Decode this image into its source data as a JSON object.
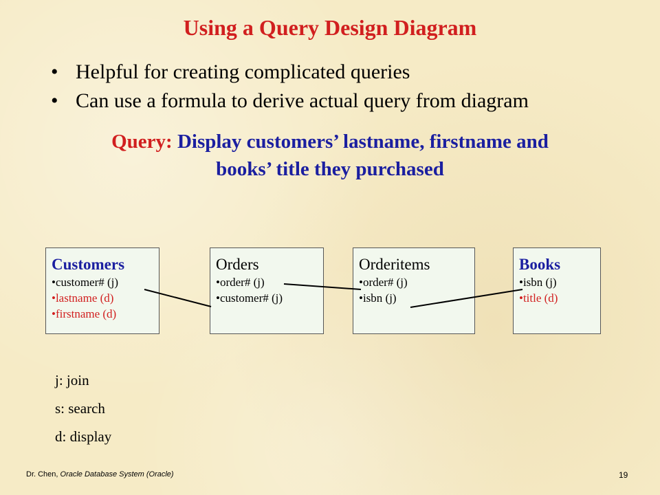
{
  "title": "Using a Query Design Diagram",
  "bullets": [
    "Helpful for creating complicated queries",
    "Can use a formula to derive actual query from diagram"
  ],
  "query": {
    "label": "Query:",
    "line1": "Display customers’ lastname, firstname and",
    "line2": "books’ title they purchased"
  },
  "tables": [
    {
      "name": "Customers",
      "attributes": [
        {
          "text": "•customer# (j)",
          "type": "j"
        },
        {
          "text": "•lastname (d)",
          "type": "d"
        },
        {
          "text": "•firstname (d)",
          "type": "d"
        }
      ]
    },
    {
      "name": "Orders",
      "attributes": [
        {
          "text": "•order# (j)",
          "type": "j"
        },
        {
          "text": "•customer# (j)",
          "type": "j"
        }
      ]
    },
    {
      "name": "Orderitems",
      "attributes": [
        {
          "text": "•order# (j)",
          "type": "j"
        },
        {
          "text": "•isbn (j)",
          "type": "j"
        }
      ]
    },
    {
      "name": "Books",
      "attributes": [
        {
          "text": "•isbn (j)",
          "type": "j"
        },
        {
          "text": "•title (d)",
          "type": "d"
        }
      ]
    }
  ],
  "joins": [
    {
      "from": "Customers.customer#",
      "to": "Orders.customer#"
    },
    {
      "from": "Orders.order#",
      "to": "Orderitems.order#"
    },
    {
      "from": "Orderitems.isbn",
      "to": "Books.isbn"
    }
  ],
  "legend": [
    "j: join",
    "s: search",
    "d: display"
  ],
  "footer": {
    "author": "Dr. Chen,",
    "course": "Oracle Database System (Oracle)"
  },
  "page_number": "19",
  "colors": {
    "title": "#d11f1f",
    "query_text": "#1b1fa0",
    "display_attr": "#d11f1f",
    "background": "#f6ebc6",
    "box_fill": "#f2f8ee"
  }
}
